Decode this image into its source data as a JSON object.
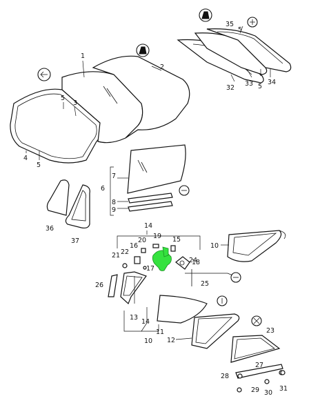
{
  "labels": {
    "l1": "1",
    "l2": "2",
    "l3": "3",
    "l4": "4",
    "l5a": "5",
    "l5b": "5",
    "l5c": "5",
    "l5d": "5",
    "l6": "6",
    "l7": "7",
    "l8": "8",
    "l9": "9",
    "l10a": "10",
    "l10b": "10",
    "l11": "11",
    "l12": "12",
    "l13": "13",
    "l14a": "14",
    "l14b": "14",
    "l15": "15",
    "l16": "16",
    "l17": "17",
    "l18": "18",
    "l19": "19",
    "l20": "20",
    "l21": "21",
    "l22": "22",
    "l23": "23",
    "l24": "24",
    "l25": "25",
    "l26": "26",
    "l27": "27",
    "l28": "28",
    "l29": "29",
    "l30": "30",
    "l31": "31",
    "l32": "32",
    "l33": "33",
    "l34": "34",
    "l35": "35",
    "l36": "36",
    "l37": "37"
  },
  "highlight_color": "#35e23f",
  "icons": [
    "model-variant-badge-icon",
    "front-arrow-icon",
    "left-arrow-icon",
    "up-arrow-icon",
    "cross-icon"
  ]
}
